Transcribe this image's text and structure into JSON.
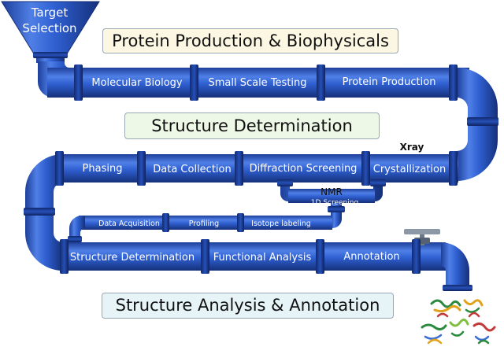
{
  "funnel": {
    "line1": "Target",
    "line2": "Selection"
  },
  "stages": {
    "production": "Protein Production & Biophysicals",
    "determination": "Structure Determination",
    "analysis": "Structure Analysis & Annotation"
  },
  "pipe1": [
    "Molecular Biology",
    "Small Scale Testing",
    "Protein Production"
  ],
  "pipe2": [
    "Phasing",
    "Data Collection",
    "Diffraction Screening",
    "Crystallization"
  ],
  "xray_label": "Xray",
  "nmr": {
    "label": "NMR",
    "screening": "1D Screening",
    "steps": [
      "Data Acquisition",
      "Profiling",
      "Isotope labeling"
    ]
  },
  "pipe3": [
    "Structure Determination",
    "Functional Analysis",
    "Annotation"
  ],
  "colors": {
    "pipe": "#2f5fd0",
    "pipe_dark": "#1a3a8e",
    "pipe_light": "#6d93ea"
  }
}
